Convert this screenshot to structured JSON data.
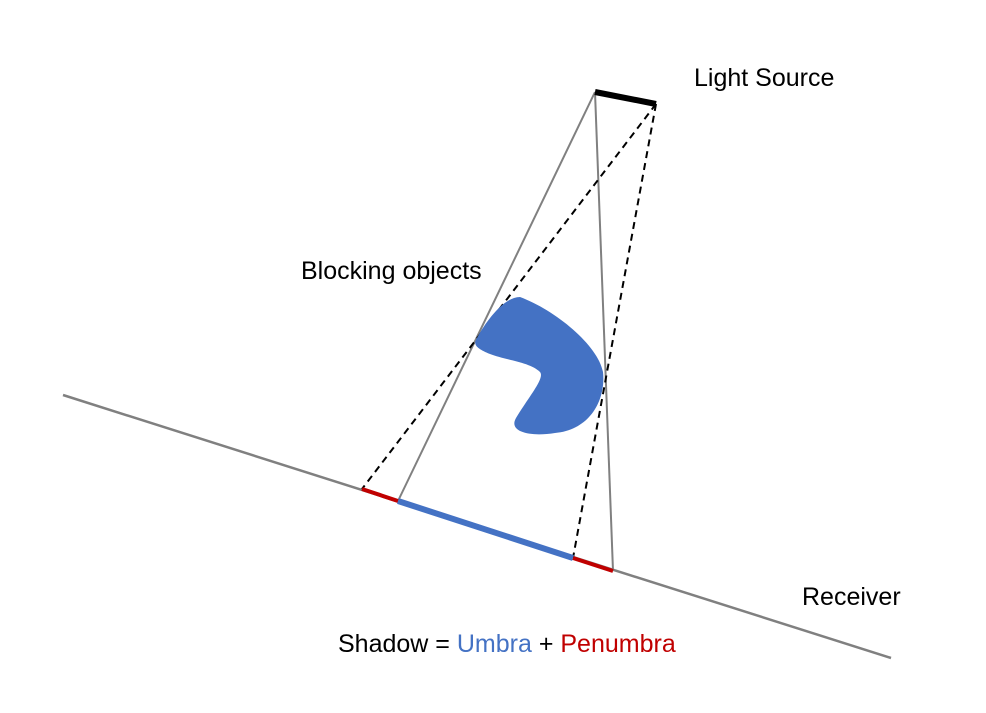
{
  "labels": {
    "light_source": "Light Source",
    "blocking_objects": "Blocking objects",
    "receiver": "Receiver"
  },
  "equation": {
    "shadow": "Shadow",
    "equals": " = ",
    "umbra": "Umbra",
    "plus": " + ",
    "penumbra": "Penumbra"
  },
  "colors": {
    "umbra": "#4472C4",
    "penumbra": "#C00000",
    "blocker": "#4472C4",
    "receiver_line": "#808080",
    "ray_solid": "#808080",
    "ray_dashed": "#000000",
    "light_source": "#000000"
  }
}
